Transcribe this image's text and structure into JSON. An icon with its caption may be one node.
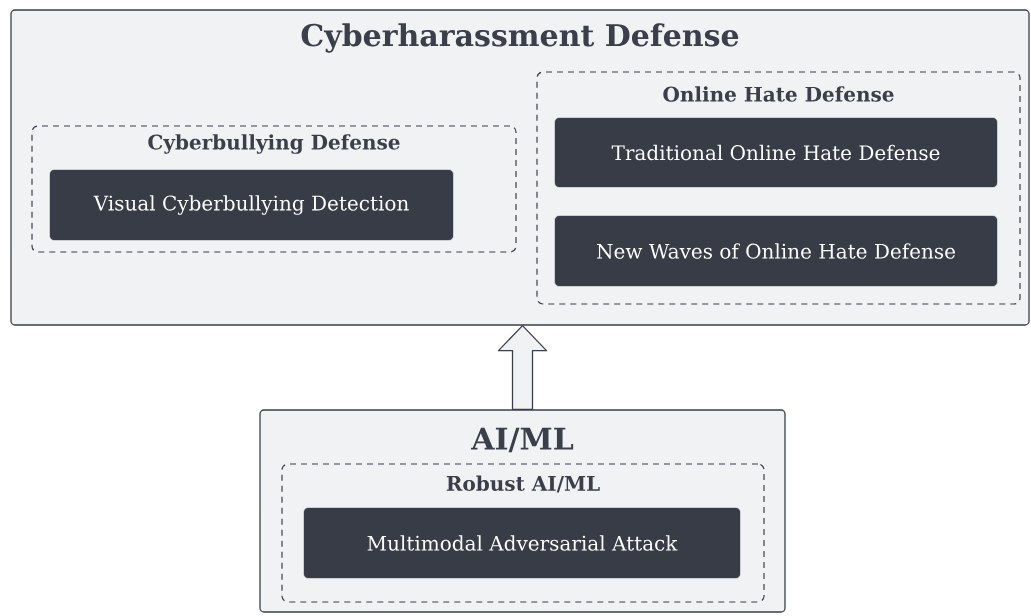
{
  "diagram": {
    "nodes": [
      {
        "text": [
          "Cyberharassment Defense"
        ]
      },
      {
        "text": [
          "Cyberbullying Defense"
        ],
        "in": 0
      },
      {
        "text": [
          "Visual Cyberbullying Detection"
        ],
        "in": 1
      },
      {
        "text": [
          "Online Hate Defense"
        ],
        "in": 0
      },
      {
        "text": [
          "Traditional Online Hate Defense"
        ],
        "in": 3
      },
      {
        "text": [
          "New Waves of Online Hate Defense"
        ],
        "in": 3
      },
      {
        "text": [
          "AI/ML"
        ]
      },
      {
        "text": [
          "Robust AI/ML"
        ],
        "in": 6
      },
      {
        "text": [
          "Multimodal Adversarial Attack"
        ],
        "in": 7
      }
    ],
    "edges": [
      {
        "from": 6,
        "to": 0,
        "arrow": "to"
      }
    ]
  }
}
